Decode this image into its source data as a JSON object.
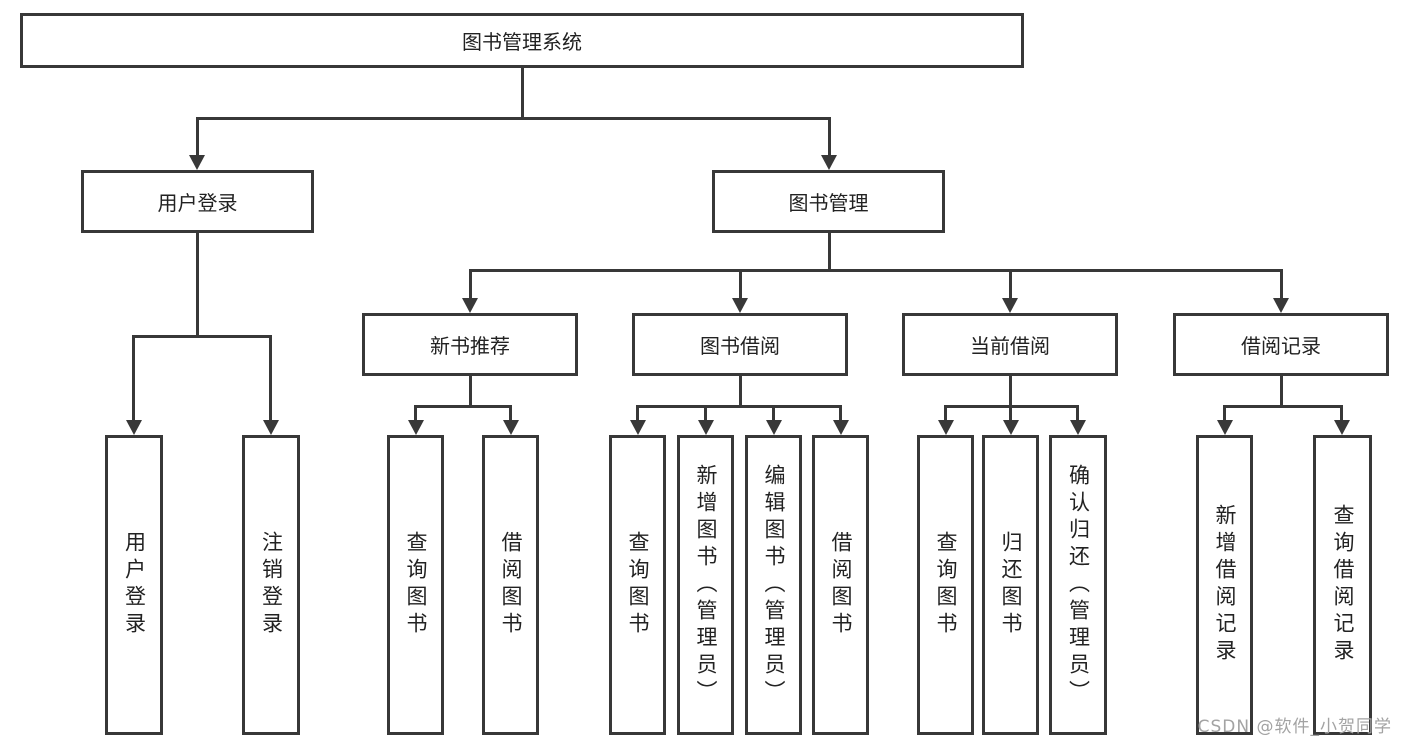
{
  "diagram_type": "hierarchy-tree",
  "colors": {
    "line": "#383838",
    "text": "#222222",
    "watermark": "#a3a3a3",
    "background": "#ffffff"
  },
  "watermark": "CSDN @软件_小贺同学",
  "tree": {
    "label": "图书管理系统",
    "children": [
      {
        "label": "用户登录",
        "children": [
          {
            "label": "用户登录"
          },
          {
            "label": "注销登录"
          }
        ]
      },
      {
        "label": "图书管理",
        "children": [
          {
            "label": "新书推荐",
            "children": [
              {
                "label": "查询图书"
              },
              {
                "label": "借阅图书"
              }
            ]
          },
          {
            "label": "图书借阅",
            "children": [
              {
                "label": "查询图书"
              },
              {
                "label": "新增图书（管理员）"
              },
              {
                "label": "编辑图书（管理员）"
              },
              {
                "label": "借阅图书"
              }
            ]
          },
          {
            "label": "当前借阅",
            "children": [
              {
                "label": "查询图书"
              },
              {
                "label": "归还图书"
              },
              {
                "label": "确认归还（管理员）"
              }
            ]
          },
          {
            "label": "借阅记录",
            "children": [
              {
                "label": "新增借阅记录"
              },
              {
                "label": "查询借阅记录"
              }
            ]
          }
        ]
      }
    ]
  }
}
